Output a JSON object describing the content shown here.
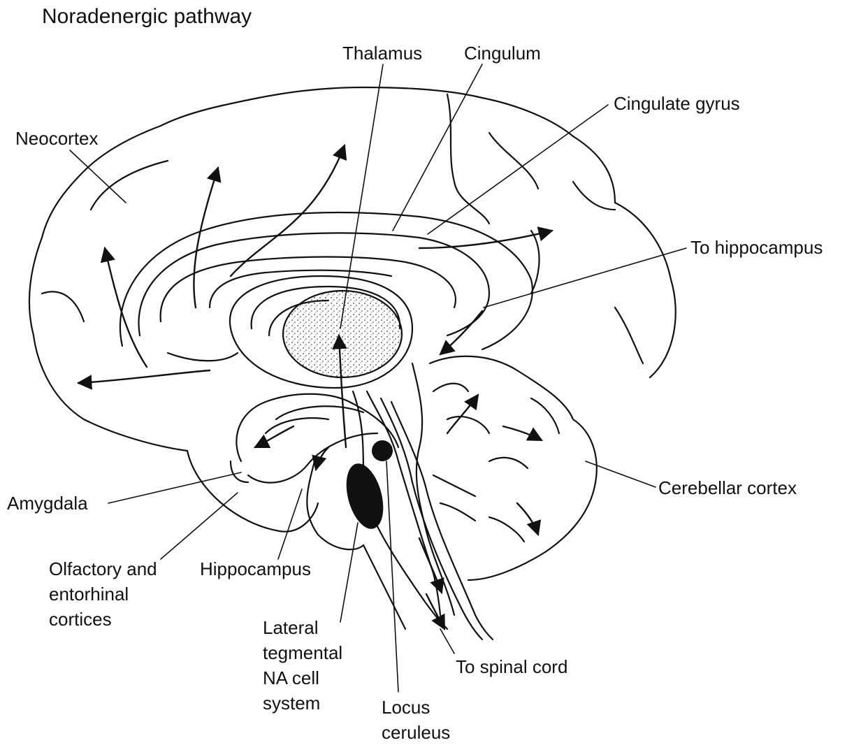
{
  "title": "Noradenergic pathway",
  "labels": {
    "thalamus": "Thalamus",
    "cingulum": "Cingulum",
    "cingulate_gyrus": "Cingulate gyrus",
    "neocortex": "Neocortex",
    "to_hippocampus": "To hippocampus",
    "cerebellar_cortex": "Cerebellar cortex",
    "amygdala": "Amygdala",
    "olfactory": [
      "Olfactory and",
      "entorhinal",
      "cortices"
    ],
    "hippocampus": "Hippocampus",
    "lateral_tegmental": [
      "Lateral",
      "tegmental",
      "NA cell",
      "system"
    ],
    "to_spinal_cord": "To spinal cord",
    "locus_ceruleus": [
      "Locus",
      "ceruleus"
    ]
  },
  "colors": {
    "ink": "#111111",
    "background": "#ffffff",
    "thalamus_fill": "#cfcfcf"
  }
}
